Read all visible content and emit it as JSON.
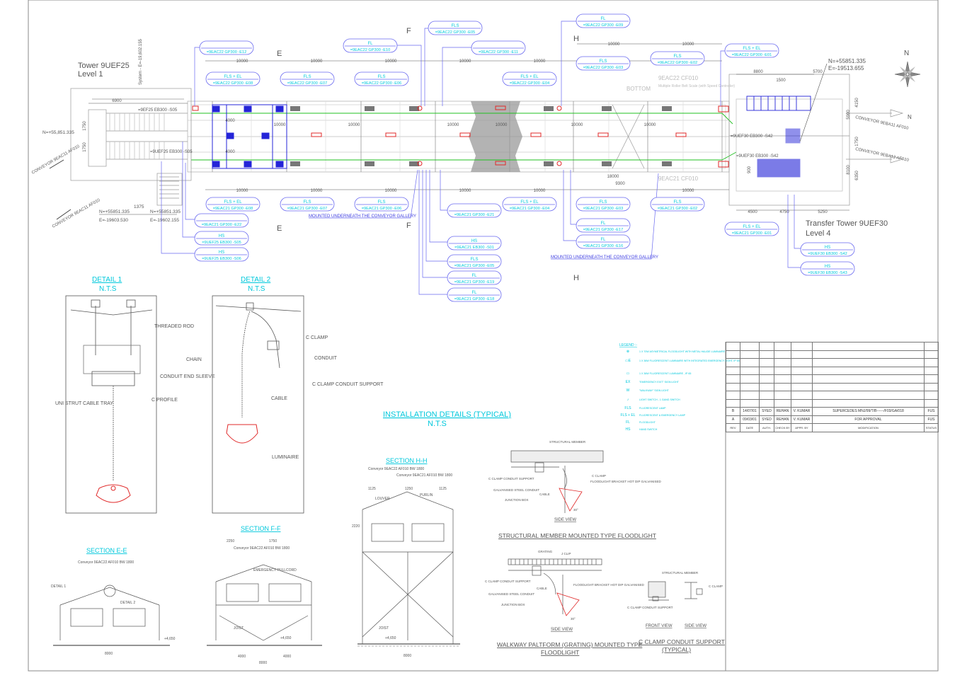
{
  "towers": {
    "left_title": "Tower 9UEF25",
    "left_level": "Level 1",
    "left_system": "System - E=-19,602.155",
    "right_title": "Transfer Tower 9UEF30",
    "right_level": "Level 4",
    "right_north": "N=+55851.335",
    "right_east": "E=-19513.655"
  },
  "conveyors": {
    "c1": "CONVEYOR 9EAC11 AF010",
    "c2": "CONVEYOR 9EAC11 AF010",
    "c3": "CONVEYOR 9EBA11 AF010",
    "c4": "CONVEYOR 9EBA12 AF010"
  },
  "coords": {
    "left_n": "N=+55,851.335",
    "pt1_n": "N=+55851.335",
    "pt1_e": "E=-19603.530",
    "pt2_n": "N=+55851.335",
    "pt2_e": "E=-19602.155",
    "gap": "1375"
  },
  "dims": {
    "span": "10000",
    "right_top": [
      "8800",
      "5700",
      "1500"
    ],
    "right_bottom": [
      "4500",
      "4750",
      "5250"
    ],
    "right_vert": [
      "4150",
      "5900",
      "1750",
      "900",
      "8100",
      "6350"
    ],
    "left_top": "6900",
    "left_vert": [
      "1750",
      "1750"
    ],
    "inner": [
      "4000",
      "4000",
      "10000",
      "10000",
      "18000",
      "9300",
      "10000"
    ]
  },
  "section_marks": {
    "e": "E",
    "f": "F",
    "h": "H"
  },
  "gallery_labels": {
    "ref1": "=9EF25 EB300 -S05",
    "ref2": "=9UEF25 EB300 -S05",
    "ref3": "=9UEF30 EB300 -S42",
    "ref4": "=9UEF30 EB300 -S42",
    "cf": "9EAC22 CF010",
    "cf_desc": "Multiple Roller Belt Scale (with Speed Controller)",
    "cf2": "9EAC21 CF010",
    "bottom": "BOTTOM",
    "north": "N"
  },
  "notes": {
    "underneath_1": "MOUNTED UNDERNEATH THE CONVEYOR GALLERY",
    "underneath_2": "MOUNTED UNDERNEATH THE CONVEYOR GALLERY"
  },
  "tags": [
    {
      "top": "",
      "bottom": "=9EAC22 GP300 -E12"
    },
    {
      "top": "FLS + EL",
      "bottom": "=9EAC22 GP300 -E08"
    },
    {
      "top": "FLS",
      "bottom": "=9EAC22 GP300 -E07"
    },
    {
      "top": "FLS",
      "bottom": "=9EAC22 GP300 -E06"
    },
    {
      "top": "FL",
      "bottom": "=9EAC22 GP300 -E10"
    },
    {
      "top": "FLS",
      "bottom": "=9EAC22 GP300 -E05"
    },
    {
      "top": "",
      "bottom": "=9EAC22 GP300 -E11"
    },
    {
      "top": "FLS + EL",
      "bottom": "=9EAC22 GP300 -E04"
    },
    {
      "top": "FL",
      "bottom": "=9EAC22 GP300 -E09"
    },
    {
      "top": "FLS",
      "bottom": "=9EAC22 GP300 -E03"
    },
    {
      "top": "FLS",
      "bottom": "=9EAC22 GP300 -E02"
    },
    {
      "top": "FLS + EL",
      "bottom": "=9EAC22 GP300 -E01"
    },
    {
      "top": "FLS + EL",
      "bottom": "=9EAC21 GP300 -E08"
    },
    {
      "top": "FLS",
      "bottom": "=9EAC21 GP300 -E07"
    },
    {
      "top": "FLS",
      "bottom": "=9EAC21 GP300 -E06"
    },
    {
      "top": "",
      "bottom": "=9EAC21 GP300 -E22"
    },
    {
      "top": "HS",
      "bottom": "=9UEF25 EB300 -S05"
    },
    {
      "top": "HS",
      "bottom": "=9UEF25 EB300 -S06"
    },
    {
      "top": "",
      "bottom": "=9EAC21 GP300 -E21"
    },
    {
      "top": "FLS + EL",
      "bottom": "=9EAC21 GP300 -E04"
    },
    {
      "top": "HS",
      "bottom": "=9EAC21 EB300 -S01"
    },
    {
      "top": "FLS",
      "bottom": "=9EAC21 GP300 -E05"
    },
    {
      "top": "FL",
      "bottom": "=9EAC21 GP300 -E19"
    },
    {
      "top": "FL",
      "bottom": "=9EAC21 GP300 -E18"
    },
    {
      "top": "FLS",
      "bottom": "=9EAC21 GP300 -E03"
    },
    {
      "top": "FL",
      "bottom": "=9EAC21 GP300 -E17"
    },
    {
      "top": "FL",
      "bottom": "=9EAC21 GP300 -E16"
    },
    {
      "top": "FLS",
      "bottom": "=9EAC21 GP300 -E02"
    },
    {
      "top": "FLS + EL",
      "bottom": "=9EAC21 GP300 -E01"
    },
    {
      "top": "HS",
      "bottom": "=9UEF30 EB300 -S42"
    },
    {
      "top": "HS",
      "bottom": "=9UEF30 EB300 -S43"
    }
  ],
  "detail1": {
    "title": "DETAIL 1",
    "scale": "N.T.S",
    "labels": [
      "THREADED ROD",
      "CONDUIT END SLEEVE",
      "C PROFILE",
      "UNI STRUT CABLE TRAY"
    ]
  },
  "detail2": {
    "title": "DETAIL 2",
    "scale": "N.T.S",
    "labels": [
      "C CLAMP",
      "CONDUIT",
      "CHAIN",
      "C CLAMP CONDUIT SUPPORT",
      "CABLE",
      "LUMINAIRE"
    ]
  },
  "installation": {
    "title": "INSTALLATION DETAILS (TYPICAL)",
    "scale": "N.T.S"
  },
  "sections": {
    "hh": "SECTION H-H",
    "ff": "SECTION F-F",
    "ee": "SECTION E-E",
    "conv_a": "Conveyor 9EAC22 AF010 BW 1800",
    "conv_b": "Conveyor 9EAC21 AF010 BW 1800",
    "level": "+4,650",
    "detail1_ref": "DETAIL 1",
    "detail2_ref": "DETAIL 2",
    "louver": "LOUVER",
    "purlin": "PURLIN",
    "emergency": "EMERGENCY PULLCORD",
    "joist": "JOIST",
    "dims": [
      "1125",
      "1250",
      "1125",
      "8000",
      "4000",
      "2220",
      "2250",
      "1750"
    ]
  },
  "floodlight_structural": {
    "title": "STRUCTURAL MEMBER MOUNTED TYPE FLOODLIGHT",
    "view": "SIDE VIEW",
    "labels": [
      "STRUCTURAL MEMBER",
      "C CLAMP CONDUIT SUPPORT",
      "GALVANISED STEEL CONDUIT",
      "JUNCTION BOX",
      "CABLE",
      "C CLAMP",
      "FLOODLIGHT BRACKET HOT DIP GALVANISED",
      "30°"
    ]
  },
  "floodlight_walkway": {
    "title1": "WALKWAY PALTFORM (GRATING) MOUNTED TYPE",
    "title2": "FLOODLIGHT",
    "view": "SIDE VIEW",
    "labels": [
      "GRATING",
      "J CLIP",
      "C CLAMP CONDUIT SUPPORT",
      "GALVANISED STEEL CONDUIT",
      "JUNCTION BOX",
      "CABLE",
      "FLOODLIGHT BRACKET HOT DIP GALVANISED",
      "30°"
    ]
  },
  "cclamp": {
    "title1": "C CLAMP CONDUIT SUPPORT",
    "title2": "(TYPICAL)",
    "front": "FRONT VIEW",
    "side": "SIDE VIEW",
    "labels": [
      "STRUCTURAL MEMBER",
      "C CLAMP",
      "C CLAMP CONDUIT SUPPORT"
    ]
  },
  "legend": {
    "title": "LEGEND :-",
    "items": [
      {
        "symbol": "⊗",
        "text": "1 X 70W ASYMETRICAL FLOODLIGHT WITH METAL HALIDE LUMINAIRE"
      },
      {
        "symbol": "▭E",
        "text": "1 X 36W FLUORESCENT LUMINAIRE WITH INTEGRATED EMERGENCY LIGHT, IP 65"
      },
      {
        "symbol": "▭",
        "text": "1 X 36W FLUORESCENT LUMINAIRE , IP 65"
      },
      {
        "symbol": "EX",
        "text": "\"EMERGENCY EXIT\" SIGN LIGHT"
      },
      {
        "symbol": "W",
        "text": "\"WALKWAY\" SIGN LIGHT"
      },
      {
        "symbol": "♪",
        "text": "LIGHT SWITCH - 1 GANG SWITCH"
      },
      {
        "symbol": "FLS",
        "text": "FLUORESCENT LAMP"
      },
      {
        "symbol": "FLS + EL",
        "text": "FLUORESCENT & EMERGENCY LAMP"
      },
      {
        "symbol": "FL",
        "text": "FLOODLIGHT"
      },
      {
        "symbol": "HS",
        "text": "HAND SWITCH"
      }
    ]
  },
  "revisions": {
    "headers": [
      "REV",
      "DATE",
      "AUTH.",
      "CHECK BY",
      "APPR. BY",
      "MODIFICATION",
      "STATUS"
    ],
    "rows": [
      [
        "B",
        "14/07/01",
        "SYED",
        "REHAN",
        "V. KUMAR",
        "SUPERCEDES MNJ/99/T/B------/F03/GA/018",
        "FUS"
      ],
      [
        "A",
        "09/03/01",
        "SYED",
        "REHAN",
        "V. KUMAR",
        "FOR APPROVAL",
        "FUS"
      ]
    ]
  },
  "colors": {
    "tag_text": "#00c8dc",
    "tag_border": "#6a6af0",
    "fixture_red": "#e02828",
    "cable_green": "#22c022",
    "frame_blue": "#2424d8"
  }
}
